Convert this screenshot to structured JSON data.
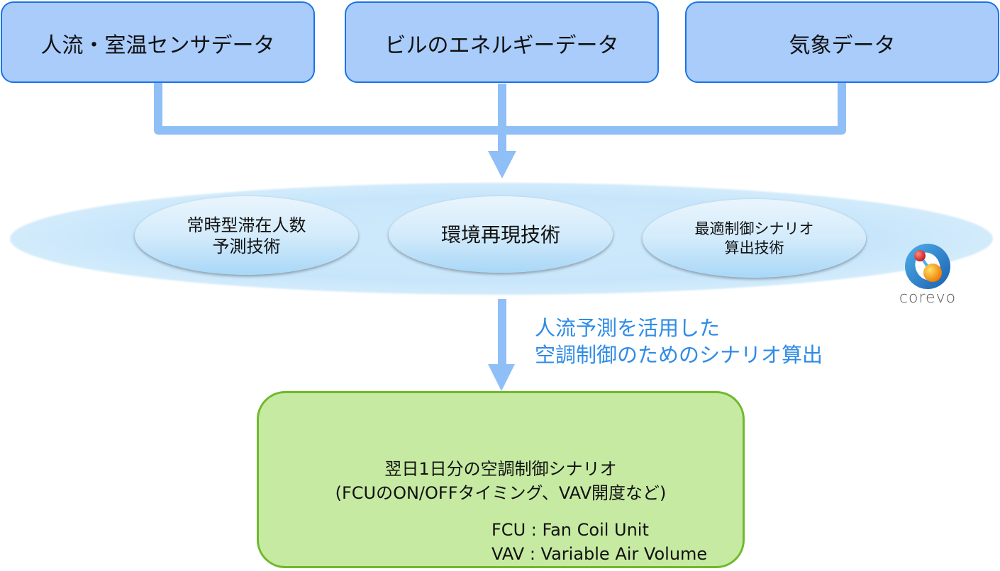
{
  "sources": [
    {
      "label": "人流・室温センサデータ"
    },
    {
      "label": "ビルのエネルギーデータ"
    },
    {
      "label": "気象データ"
    }
  ],
  "technologies": [
    {
      "lines": [
        "常時型滞在人数",
        "予測技術"
      ]
    },
    {
      "lines": [
        "環境再現技術"
      ]
    },
    {
      "lines": [
        "最適制御シナリオ",
        "算出技術"
      ]
    }
  ],
  "logo": {
    "text": "corevo",
    "icon": "corevo-molecule-icon"
  },
  "annotation": {
    "lines": [
      "人流予測を活用した",
      "空調制御のためのシナリオ算出"
    ]
  },
  "result": {
    "title_lines": [
      "翌日1日分の空調制御シナリオ",
      "(FCUのON/OFFタイミング、VAV開度など)"
    ],
    "legend": [
      "FCU : Fan Coil Unit",
      "VAV : Variable Air Volume"
    ]
  },
  "colors": {
    "source_fill": "#a9ccfb",
    "source_border": "#1a73e8",
    "connector": "#90bff8",
    "annotation_text": "#2e8be6",
    "result_fill": "#c6eaa2",
    "result_border": "#6fb92c"
  }
}
